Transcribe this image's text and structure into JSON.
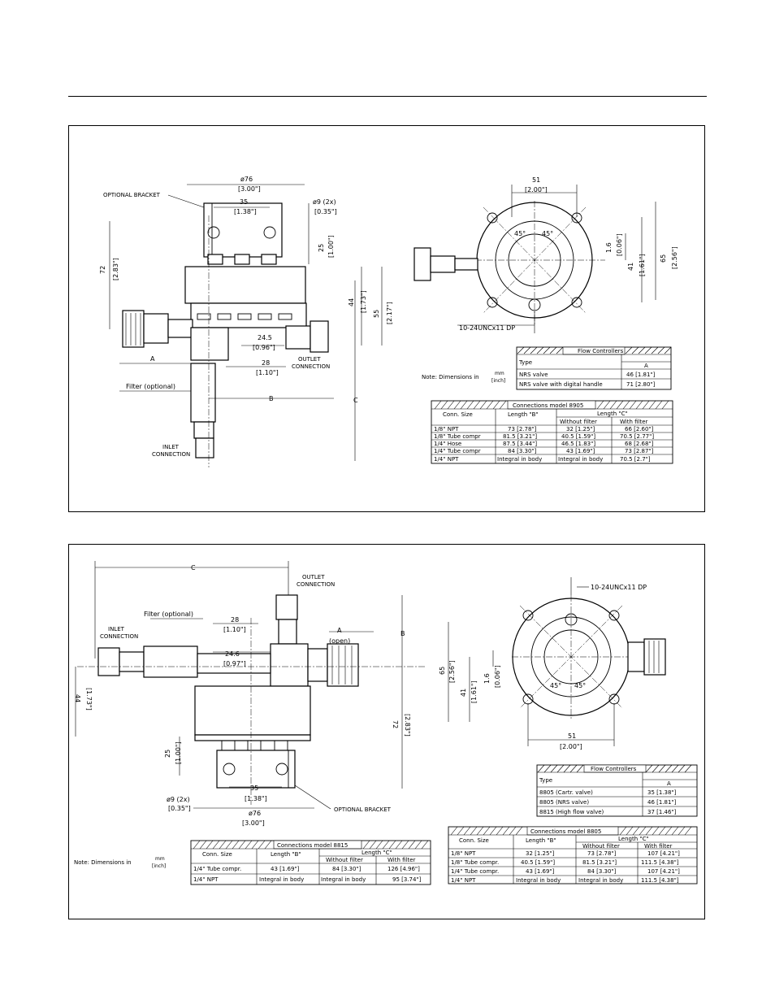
{
  "panel1": {
    "labels": {
      "optional_bracket": "OPTIONAL BRACKET",
      "filter": "Filter (optional)",
      "inlet_1": "INLET",
      "inlet_2": "CONNECTION",
      "outlet_1": "OUTLET",
      "outlet_2": "CONNECTION",
      "thread": "10-24UNCx11 DP",
      "note_prefix": "Note: Dimensions in",
      "note_top": "mm",
      "note_bottom": "[inch]"
    },
    "dims": {
      "d76": "ø76",
      "d76i": "[3.00\"]",
      "d35": "35",
      "d35i": "[1.38\"]",
      "d9": "ø9 (2x)",
      "d9i": "[0.35\"]",
      "d25": "25",
      "d25i": "[1.00\"]",
      "d72": "72",
      "d72i": "[2.83\"]",
      "d44": "44",
      "d44i": "[1.73\"]",
      "d55": "55",
      "d55i": "[2.17\"]",
      "d245": "24.5",
      "d245i": "[0.96\"]",
      "d28": "28",
      "d28i": "[1.10\"]",
      "A": "A",
      "B": "B",
      "C": "C",
      "d51": "51",
      "d51i": "[2.00\"]",
      "d41": "41",
      "d41i": "[1.61\"]",
      "d65": "65",
      "d65i": "[2.56\"]",
      "d16": "1.6",
      "d16i": "[0.06\"]",
      "a45a": "45°",
      "a45b": "45°"
    },
    "flow_table": {
      "title": "Flow Controllers",
      "type_header": "Type",
      "a_header": "A",
      "rows": [
        [
          "NRS valve",
          "46 [1.81\"]"
        ],
        [
          "NRS valve with digital handle",
          "71 [2.80\"]"
        ]
      ]
    },
    "conn_table": {
      "title": "Connections model 8905",
      "h_size": "Conn. Size",
      "h_b": "Length \"B\"",
      "h_c": "Length \"C\"",
      "h_without": "Without filter",
      "h_with": "With filter",
      "rows": [
        [
          "1/8\" NPT",
          "73 [2.78\"]",
          "32 [1.25\"]",
          "66 [2.60\"]"
        ],
        [
          "1/8\" Tube compr",
          "81.5 [3.21\"]",
          "40.5 [1.59\"]",
          "70.5 [2.77\"]"
        ],
        [
          "1/4\" Hose",
          "87.5 [3.44\"]",
          "46.5 [1.83\"]",
          "68 [2.68\"]"
        ],
        [
          "1/4\" Tube compr",
          "84 [3.30\"]",
          "43 [1.69\"]",
          "73 [2.87\"]"
        ],
        [
          "1/4\" NPT",
          "Integral in body",
          "Integral in body",
          "70.5 [2.7\"]"
        ]
      ]
    }
  },
  "panel2": {
    "labels": {
      "outlet_1": "OUTLET",
      "outlet_2": "CONNECTION",
      "inlet_1": "INLET",
      "inlet_2": "CONNECTION",
      "filter": "Filter (optional)",
      "thread": "10-24UNCx11 DP",
      "optional_bracket": "OPTIONAL BRACKET",
      "open": "(open)",
      "note_prefix": "Note: Dimensions in",
      "note_top": "mm",
      "note_bottom": "[inch]"
    },
    "dims": {
      "C": "C",
      "B": "B",
      "A": "A",
      "d28": "28",
      "d28i": "[1.10\"]",
      "d246": "24.6",
      "d246i": "[0.97\"]",
      "d44": "44",
      "d44i": "[1.73\"]",
      "d72": "72",
      "d72i": "[2.83\"]",
      "d25": "25",
      "d25i": "[1.00\"]",
      "d35": "35",
      "d35i": "[1.38\"]",
      "d9": "ø9 (2x)",
      "d9i": "[0.35\"]",
      "d76": "ø76",
      "d76i": "[3.00\"]",
      "d65": "65",
      "d65i": "[2.56\"]",
      "d41": "41",
      "d41i": "[1.61\"]",
      "d16": "1.6",
      "d16i": "[0.06\"]",
      "d51": "51",
      "d51i": "[2.00\"]",
      "a45a": "45°",
      "a45b": "45°"
    },
    "flow_table": {
      "title": "Flow Controllers",
      "type_header": "Type",
      "a_header": "A",
      "rows": [
        [
          "8805 (Cartr. valve)",
          "35 [1.38\"]"
        ],
        [
          "8805 (NRS valve)",
          "46 [1.81\"]"
        ],
        [
          "8815 (High flow valve)",
          "37 [1.46\"]"
        ]
      ]
    },
    "conn8815": {
      "title": "Connections model 8815",
      "h_size": "Conn. Size",
      "h_b": "Length \"B\"",
      "h_c": "Length \"C\"",
      "h_without": "Without filter",
      "h_with": "With filter",
      "rows": [
        [
          "1/4\" Tube compr.",
          "43 [1.69\"]",
          "84 [3.30\"]",
          "126 [4.96\"]"
        ],
        [
          "1/4\" NPT",
          "Integral in body",
          "Integral in body",
          "95 [3.74\"]"
        ]
      ]
    },
    "conn8805": {
      "title": "Connections model 8805",
      "h_size": "Conn. Size",
      "h_b": "Length \"B\"",
      "h_c": "Length \"C\"",
      "h_without": "Without filter",
      "h_with": "With filter",
      "rows": [
        [
          "1/8\" NPT",
          "32 [1.25\"]",
          "73 [2.78\"]",
          "107 [4.21\"]"
        ],
        [
          "1/8\" Tube compr.",
          "40.5 [1.59\"]",
          "81.5 [3.21\"]",
          "111.5 [4.38\"]"
        ],
        [
          "1/4\" Tube compr.",
          "43 [1.69\"]",
          "84 [3.30\"]",
          "107 [4.21\"]"
        ],
        [
          "1/4\" NPT",
          "Integral in body",
          "Integral in body",
          "111.5 [4.38\"]"
        ]
      ]
    }
  }
}
